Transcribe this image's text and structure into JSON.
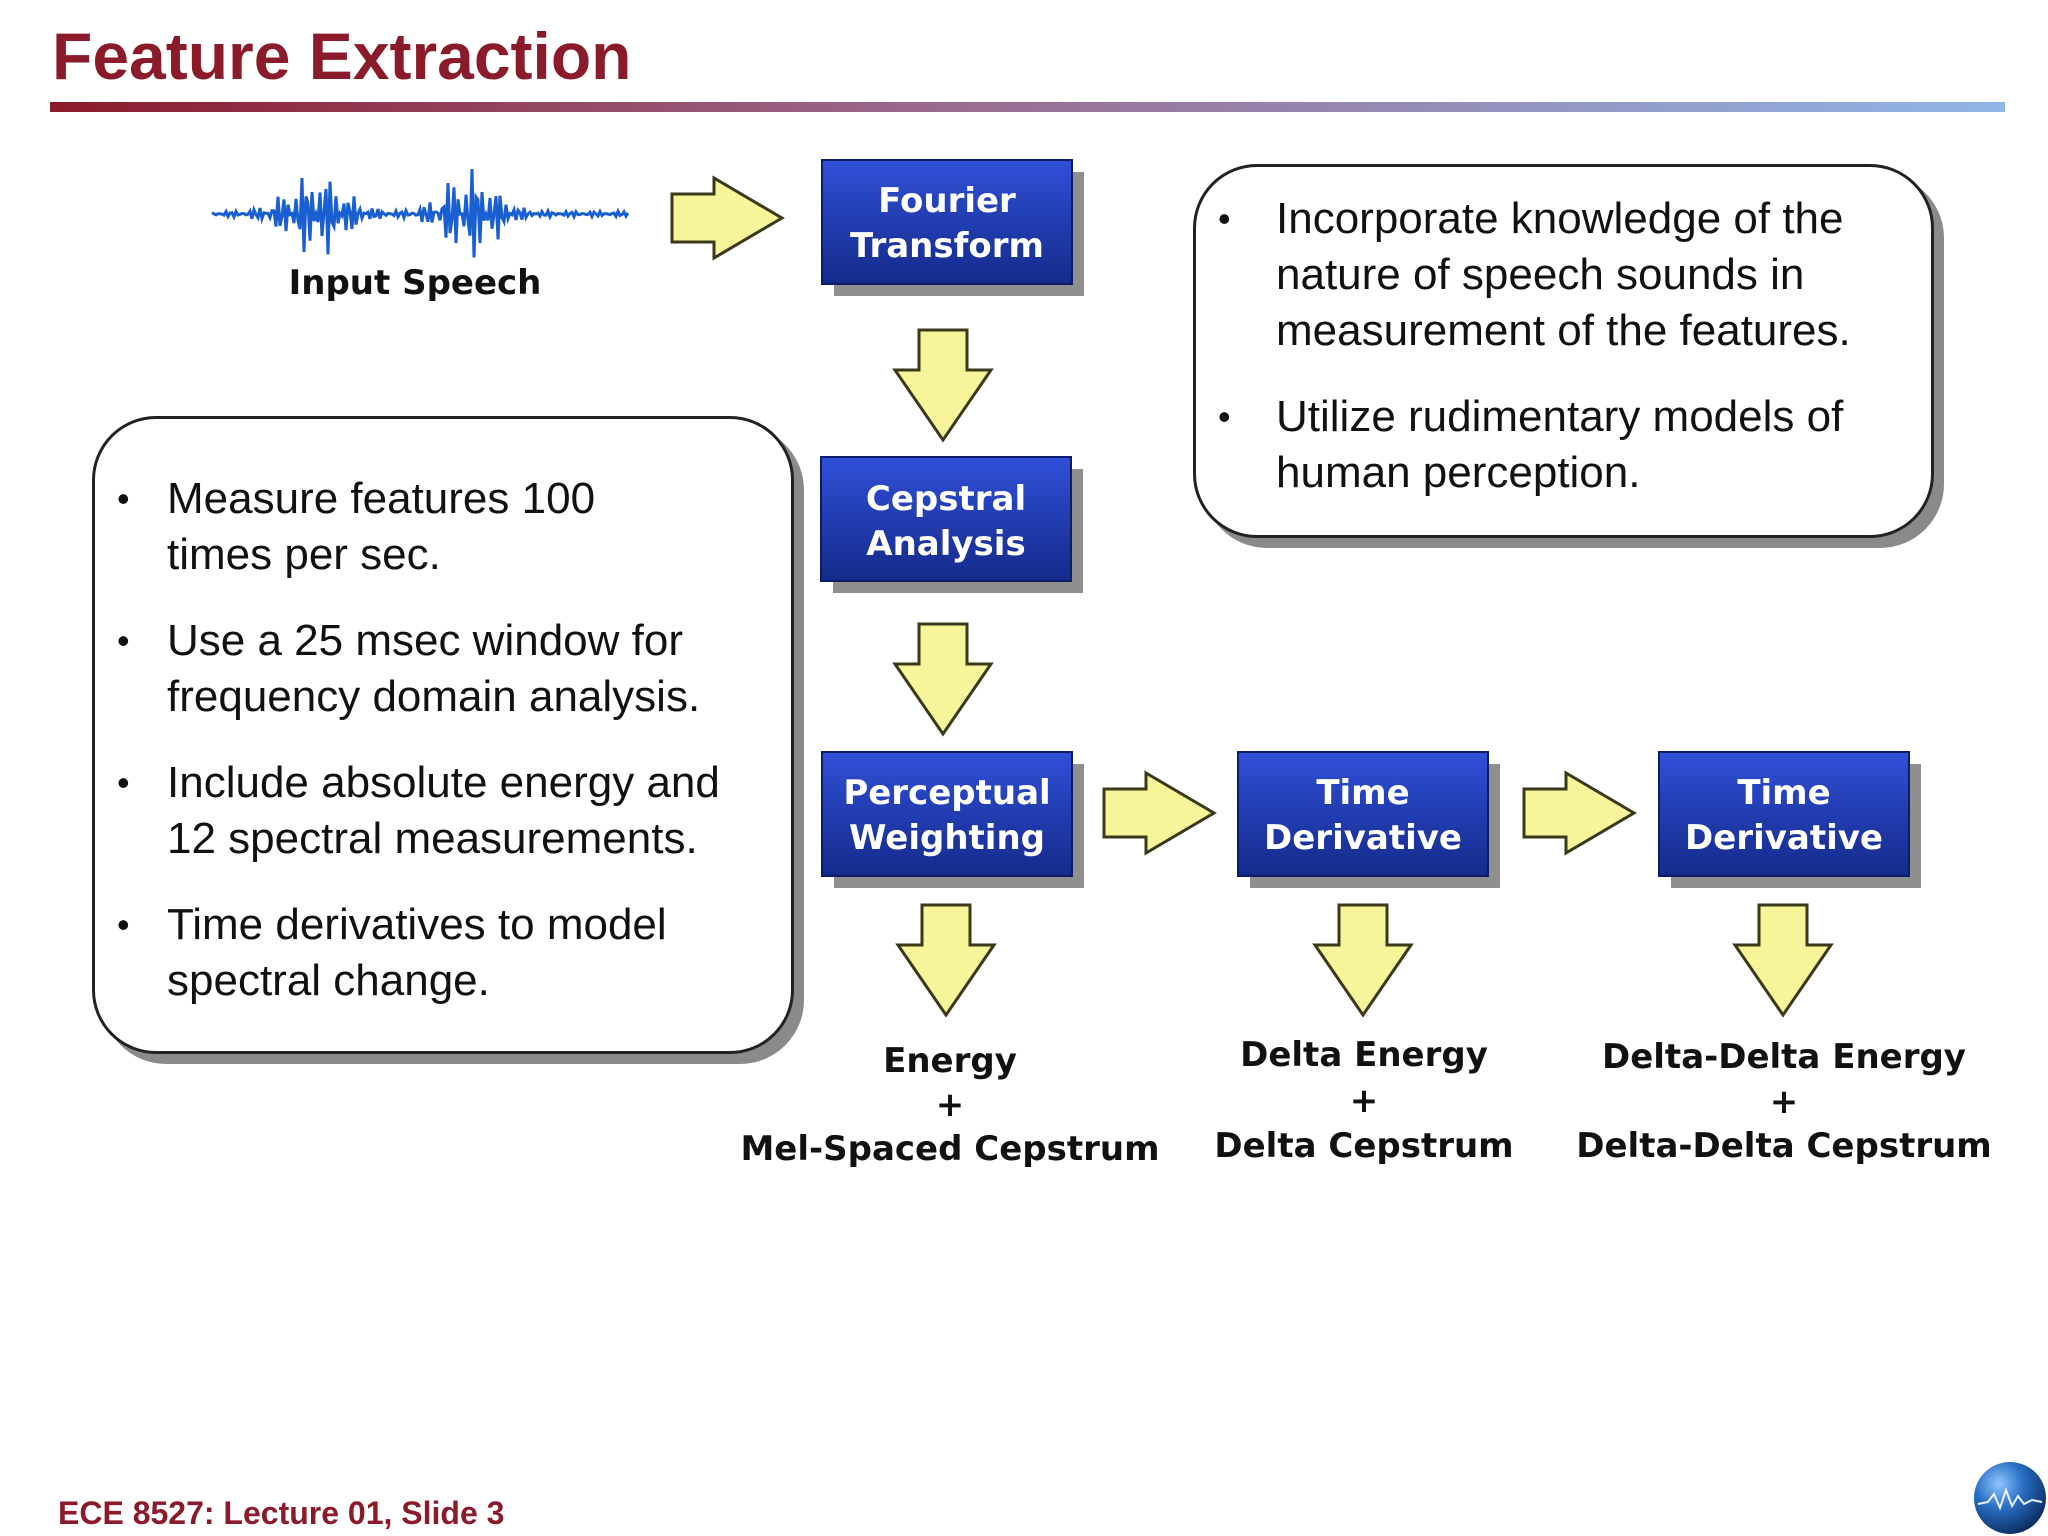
{
  "slide": {
    "title": "Feature Extraction",
    "footer": "ECE 8527: Lecture 01, Slide 3"
  },
  "colors": {
    "title": "#8b1a2b",
    "box_fill": "#1f3fb8",
    "arrow_fill": "#f6f59a",
    "arrow_stroke": "#3a3a1a",
    "waveform": "#1a5fd1"
  },
  "diagram": {
    "input_label": "Input Speech",
    "boxes": [
      {
        "line1": "Fourier",
        "line2": "Transform"
      },
      {
        "line1": "Cepstral",
        "line2": "Analysis"
      },
      {
        "line1": "Perceptual",
        "line2": "Weighting"
      },
      {
        "line1": "Time",
        "line2": "Derivative"
      },
      {
        "line1": "Time",
        "line2": "Derivative"
      }
    ],
    "outputs": [
      {
        "line1": "Energy",
        "line2": "+",
        "line3": "Mel-Spaced Cepstrum"
      },
      {
        "line1": "Delta Energy",
        "line2": "+",
        "line3": "Delta Cepstrum"
      },
      {
        "line1": "Delta-Delta Energy",
        "line2": "+",
        "line3": "Delta-Delta Cepstrum"
      }
    ]
  },
  "left_notes": [
    {
      "line1": "Measure features 100",
      "line2": "times per sec."
    },
    {
      "line1": "Use a 25 msec window for",
      "line2": "frequency domain analysis."
    },
    {
      "line1": "Include absolute energy and",
      "line2": "12 spectral measurements."
    },
    {
      "line1": "Time derivatives to model",
      "line2": "spectral change."
    }
  ],
  "right_notes": [
    {
      "line1": "Incorporate knowledge of the",
      "line2": "nature of speech sounds in",
      "line3": "measurement of the features."
    },
    {
      "line1": "Utilize rudimentary models of",
      "line2": "human perception."
    }
  ]
}
